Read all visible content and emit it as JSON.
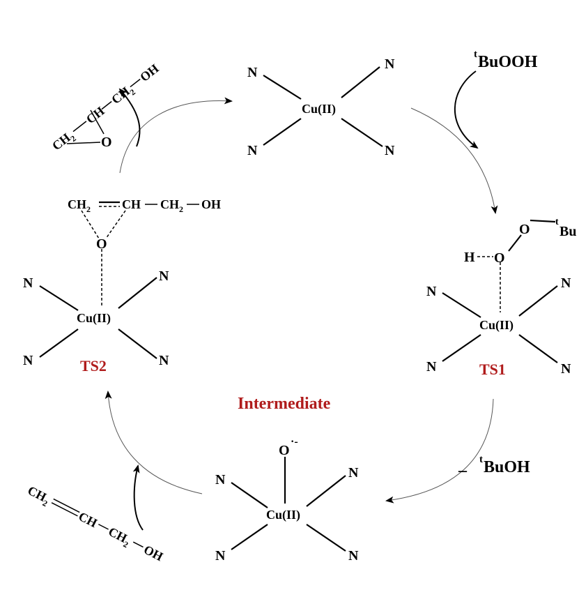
{
  "colors": {
    "label_red": "#b01c1c",
    "ink": "#000000",
    "cycle_line": "#555555"
  },
  "complexes": {
    "top": {
      "metal": "Cu(II)",
      "ligand": "N"
    },
    "ts1": {
      "metal": "Cu(II)",
      "ligand": "N",
      "label": "TS1",
      "h": "H",
      "o1": "O",
      "o2": "O",
      "bu_sup": "t",
      "bu": "Bu"
    },
    "intermediate": {
      "metal": "Cu(II)",
      "ligand": "N",
      "label": "Intermediate",
      "oxo": "O",
      "charge": "·-"
    },
    "ts2": {
      "metal": "Cu(II)",
      "ligand": "N",
      "label": "TS2",
      "o": "O",
      "ch2_base": "CH",
      "ch2_sub": "2",
      "ch": "CH",
      "ch2b_base": "CH",
      "ch2b_sub": "2",
      "oh": "OH"
    }
  },
  "reagents": {
    "tbuooh_sup": "t",
    "tbuooh": "BuOOH",
    "tbuoh_minus": "–",
    "tbuoh_sup": "t",
    "tbuoh": "BuOH"
  },
  "allyl_alcohol": {
    "ch2_base": "CH",
    "ch2_sub": "2",
    "ch": "CH",
    "ch2b_base": "CH",
    "ch2b_sub": "2",
    "oh": "OH"
  },
  "epoxide": {
    "ch2_base": "CH",
    "ch2_sub": "2",
    "ch": "CH",
    "ch2b_base": "CH",
    "ch2b_sub": "2",
    "oh": "OH",
    "o": "O"
  }
}
